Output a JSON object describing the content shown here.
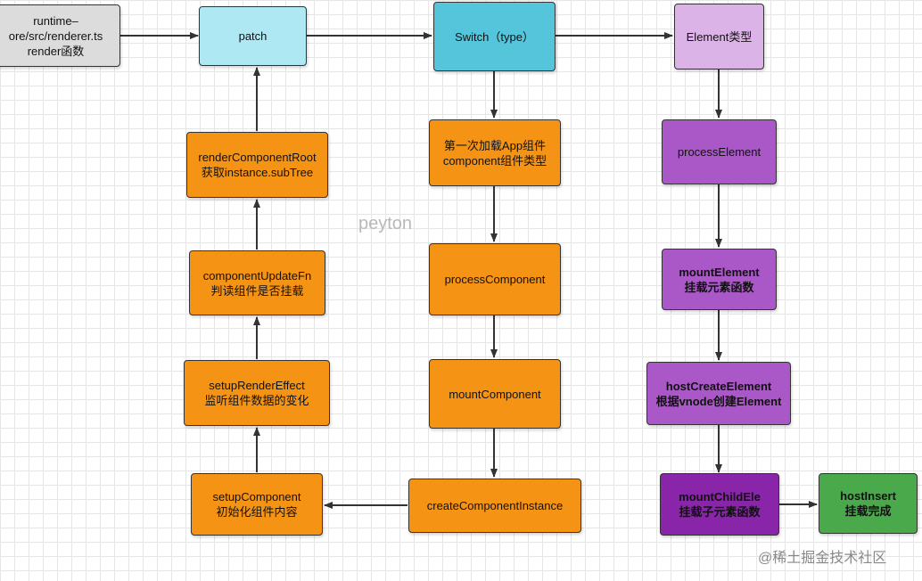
{
  "nodes": {
    "runtime": "runtime–\nore/src/renderer.ts\nrender函数",
    "patch": "patch",
    "switch_type": "Switch（type）",
    "element_type": "Element类型",
    "render_component_root": "renderComponentRoot\n获取instance.subTree",
    "first_load": "第一次加载App组件\ncomponent组件类型",
    "process_element": "processElement",
    "component_update_fn": "componentUpdateFn\n判读组件是否挂载",
    "process_component": "processComponent",
    "mount_element": "mountElement\n挂载元素函数",
    "setup_render_effect": "setupRenderEffect\n监听组件数据的变化",
    "mount_component": "mountComponent",
    "host_create_element": "hostCreateElement\n根据vnode创建Element",
    "setup_component": "setupComponent\n初始化组件内容",
    "create_component_instance": "createComponentInstance",
    "mount_child_ele": "mountChildEle\n挂载子元素函数",
    "host_insert": "hostInsert\n挂载完成"
  },
  "watermark": "peyton",
  "footer": "@稀土掘金技术社区",
  "colors": {
    "grey": "#dcdcdc",
    "cyan_light": "#aee8f2",
    "cyan": "#55c5db",
    "lilac": "#dcb3e6",
    "orange": "#f59414",
    "purple": "#aa58c8",
    "purple_dark": "#8825a8",
    "green": "#4aa94b",
    "arrow": "#333333"
  }
}
